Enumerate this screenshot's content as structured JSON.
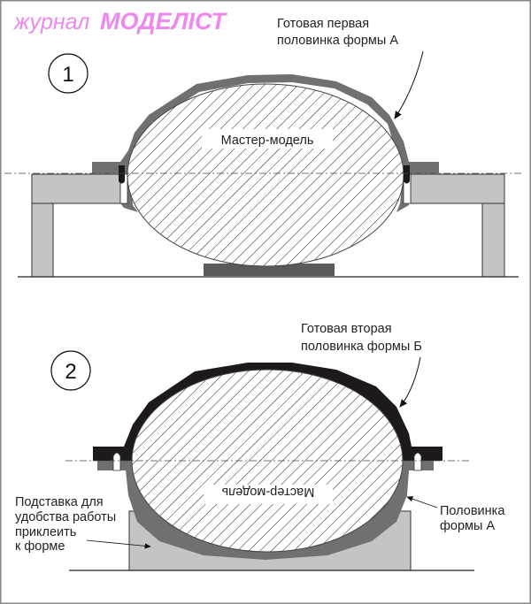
{
  "logo": {
    "prefix": "журнал",
    "name": "МОДЕЛІСТ"
  },
  "colors": {
    "shell_a": "#707070",
    "shell_b": "#1e1a1a",
    "support": "#c4c4c4",
    "plate": "#5a5a5a",
    "logo": "#ee88ee"
  },
  "step1": {
    "number": "1",
    "callout_line1": "Готовая первая",
    "callout_line2": "половинка формы А",
    "model_label": "Мастер-модель"
  },
  "step2": {
    "number": "2",
    "callout_line1": "Готовая вторая",
    "callout_line2": "половинка формы Б",
    "model_label": "Мастер-модель",
    "stand_line1": "Подставка для",
    "stand_line2": "удобства работы",
    "stand_line3": "приклеить",
    "stand_line4": "к форме",
    "half_line1": "Половинка",
    "half_line2": "формы А"
  }
}
